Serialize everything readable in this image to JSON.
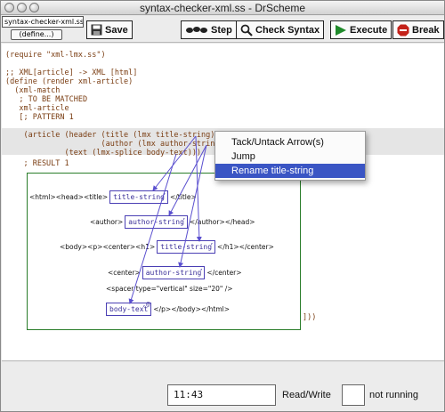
{
  "window": {
    "title": "syntax-checker-xml.ss - DrScheme"
  },
  "toolbar": {
    "file_tab": "syntax-checker-xml.ss",
    "define_label": "(define...)",
    "save_label": "Save",
    "step_label": "Step",
    "check_syntax_label": "Check Syntax",
    "execute_label": "Execute",
    "break_label": "Break"
  },
  "code": {
    "lines": [
      "(require \"xml-lmx.ss\")",
      "",
      ";; XML[article] -> XML [html]",
      "(define (render xml-article)",
      "  (xml-match",
      "   ; TO BE MATCHED",
      "   xml-article",
      "   [; PATTERN 1",
      "    (article (header (title (lmx title-string))",
      "                     (author (lmx author-string)))",
      "             (text (lmx-splice body-text)))",
      "    ; RESULT 1"
    ],
    "close_parens": "]))"
  },
  "xml_result": {
    "line1_before": "<html><head><title>",
    "title_var": "title-string",
    "line1_after": "</title>",
    "line2_before": "<author>",
    "author_var": "author-string",
    "line2_after": "</author></head>",
    "line3_before": "<body><p><center><h1>",
    "title_var2": "title-string",
    "line3_after": "</h1></center>",
    "line4_before": "<center>",
    "author_var2": "author-string",
    "line4_after": "</center>",
    "line5": "<spacer type=\"vertical\" size=\"20\" />",
    "body_var": "body-text",
    "line6_after": "</p></body></html>",
    "quote_mark": ",",
    "splice_mark": ",@"
  },
  "context_menu": {
    "items": [
      "Tack/Untack Arrow(s)",
      "Jump",
      "Rename title-string"
    ],
    "selected_index": 2
  },
  "status": {
    "time": "11:43",
    "mode": "Read/Write",
    "run_state": "not running"
  },
  "colors": {
    "selection": "#3a55c4",
    "box_border": "#4a3fb4",
    "result_border": "#2a7d2a",
    "code": "#7a3d12"
  }
}
